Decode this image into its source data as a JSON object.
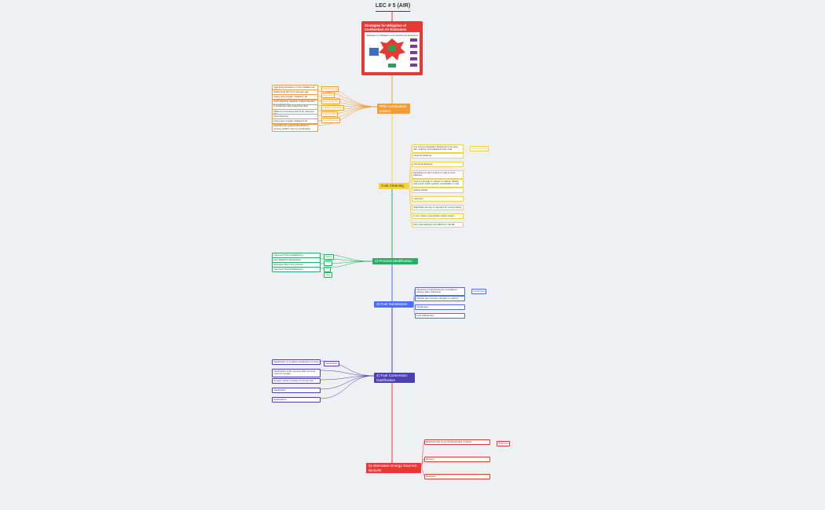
{
  "title": "LEC # 5 (AIR)",
  "card": {
    "title": "Strategies for Mitigation of Combustion Air Emissions",
    "inner_title": "Strategies for Mitigation of Combustion Air Emissions"
  },
  "branches": [
    {
      "key": "pre",
      "label": "PRE-combustion control",
      "color": "#f39c38",
      "text_color": "#ffffff",
      "leaves": [
        "Vigorizing emissions in the oxidation air stream",
        "Addressing NO from nitrogen gas",
        "Using pure oxygen instead of air",
        "Coal cleaning: gasoline reduce/mention the sulphur/ Hg",
        "It introduces with actual fuel fluid",
        "Different processes that fit for ultra-low NO",
        "Coal cleaning",
        "Using pure oxygen instead of air",
        "Desulphurize gasoline/fuel/fluid to remove sulphur prior to combustion"
      ],
      "tags": [
        "Coal Refining",
        "Flue Gas",
        "Fuel Switching",
        "Oxidizer Switching",
        "Coal Control",
        "Pre-Treatment"
      ]
    },
    {
      "key": "coal",
      "label": "Coal Cleaning",
      "color": "#f7d23e",
      "text_color": "#333333",
      "leaves": [
        "It is a pre-combustion treatment to remove ash, sulphur and pollutants from coal",
        "physical cleaning",
        "chemical cleaning",
        "Reduction of ash content in coal is most effective",
        "Coal is primarily a mixture of carbon (black) and pyritic sulfur (yellow) embedded in coal.",
        "gravity-based",
        "magnetic",
        "Significant energy is required for coal grinding",
        "It can create a secondary waste stream",
        "Fine coal particles are difficult to handle"
      ],
      "tags": [
        "Disadvantages"
      ]
    },
    {
      "key": "process",
      "label": "2) Process Modification",
      "color": "#27ae60",
      "text_color": "#ffffff",
      "leaves": [
        "Improved Thermal Efficiency",
        "Flue Material Optimization",
        "Reducing NO in the process",
        "Improved Thermal Efficiency"
      ],
      "tags": [
        "Flame",
        "CO2",
        "NO",
        "Heat"
      ]
    },
    {
      "key": "fuel",
      "label": "3) Fuel Substitution",
      "color": "#4a6cf7",
      "text_color": "#ffffff",
      "leaves": [
        "Gaseous or liquid fuels are considered cleaner than solid fuels",
        "Natural gas contains virtually no sulphur",
        "Challenges",
        "Fuel Substitution"
      ],
      "tags": [
        "Challenges"
      ]
    },
    {
      "key": "gas",
      "label": "4) Fuel Conversion: Gasification",
      "color": "#4b3fb5",
      "text_color": "#ffffff",
      "leaves": [
        "Gasification is a partial combustion process",
        "Gasification is the process that converts coal into syngas",
        "Syngas mainly consists of CO and H2",
        "Gasification",
        "Applications"
      ],
      "tags": [
        "Gasification"
      ]
    },
    {
      "key": "alt",
      "label": "5) Alternative Energy Sources: Biofuels",
      "color": "#e53935",
      "text_color": "#ffffff",
      "leaves": [
        "Biodiesel has some characteristics of diesel",
        "Ethanol",
        "Biodiesel"
      ],
      "tags": [
        "Biodiesel"
      ]
    }
  ]
}
